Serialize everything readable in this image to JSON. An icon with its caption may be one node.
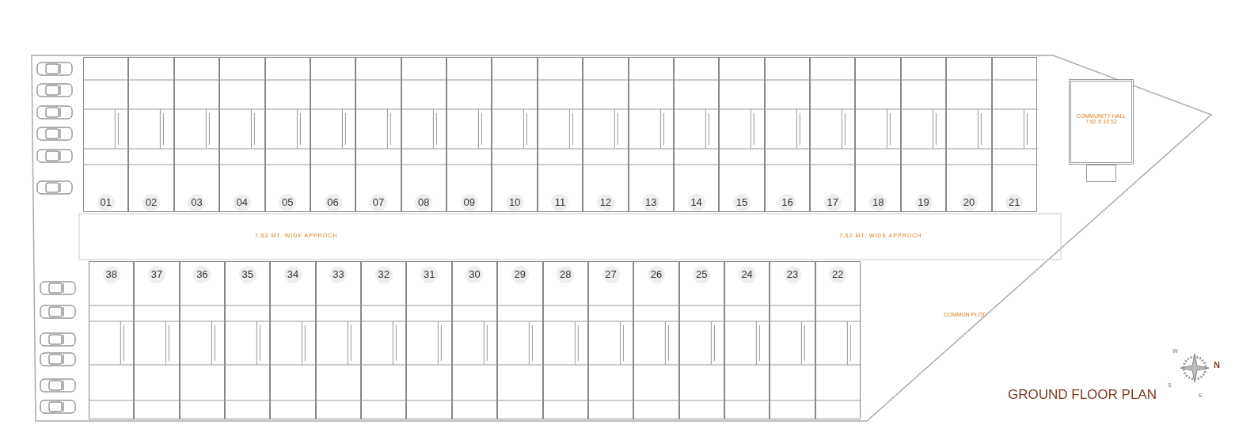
{
  "diagram": {
    "title": "GROUND FLOOR PLAN",
    "nodes": [
      {
        "text": [
          "01"
        ]
      },
      {
        "text": [
          "02"
        ]
      },
      {
        "text": [
          "03"
        ]
      },
      {
        "text": [
          "04"
        ]
      },
      {
        "text": [
          "05"
        ]
      },
      {
        "text": [
          "06"
        ]
      },
      {
        "text": [
          "07"
        ]
      },
      {
        "text": [
          "08"
        ]
      },
      {
        "text": [
          "09"
        ]
      },
      {
        "text": [
          "10"
        ]
      },
      {
        "text": [
          "11"
        ]
      },
      {
        "text": [
          "12"
        ]
      },
      {
        "text": [
          "13"
        ]
      },
      {
        "text": [
          "14"
        ]
      },
      {
        "text": [
          "15"
        ]
      },
      {
        "text": [
          "16"
        ]
      },
      {
        "text": [
          "17"
        ]
      },
      {
        "text": [
          "18"
        ]
      },
      {
        "text": [
          "19"
        ]
      },
      {
        "text": [
          "20"
        ]
      },
      {
        "text": [
          "21"
        ]
      },
      {
        "text": [
          "COMMUNITY HALL",
          "7.62 X 10.52"
        ]
      },
      {
        "text": [
          "38"
        ]
      },
      {
        "text": [
          "37"
        ]
      },
      {
        "text": [
          "36"
        ]
      },
      {
        "text": [
          "35"
        ]
      },
      {
        "text": [
          "34"
        ]
      },
      {
        "text": [
          "33"
        ]
      },
      {
        "text": [
          "32"
        ]
      },
      {
        "text": [
          "31"
        ]
      },
      {
        "text": [
          "30"
        ]
      },
      {
        "text": [
          "29"
        ]
      },
      {
        "text": [
          "28"
        ]
      },
      {
        "text": [
          "27"
        ]
      },
      {
        "text": [
          "26"
        ]
      },
      {
        "text": [
          "25"
        ]
      },
      {
        "text": [
          "24"
        ]
      },
      {
        "text": [
          "23"
        ]
      },
      {
        "text": [
          "22"
        ]
      }
    ],
    "labels": [
      "7.62 MT. WIDE APPROCH",
      "7.62 MT. WIDE APPROCH",
      "COMMON PLOT",
      "W",
      "N",
      "S",
      "E"
    ]
  }
}
